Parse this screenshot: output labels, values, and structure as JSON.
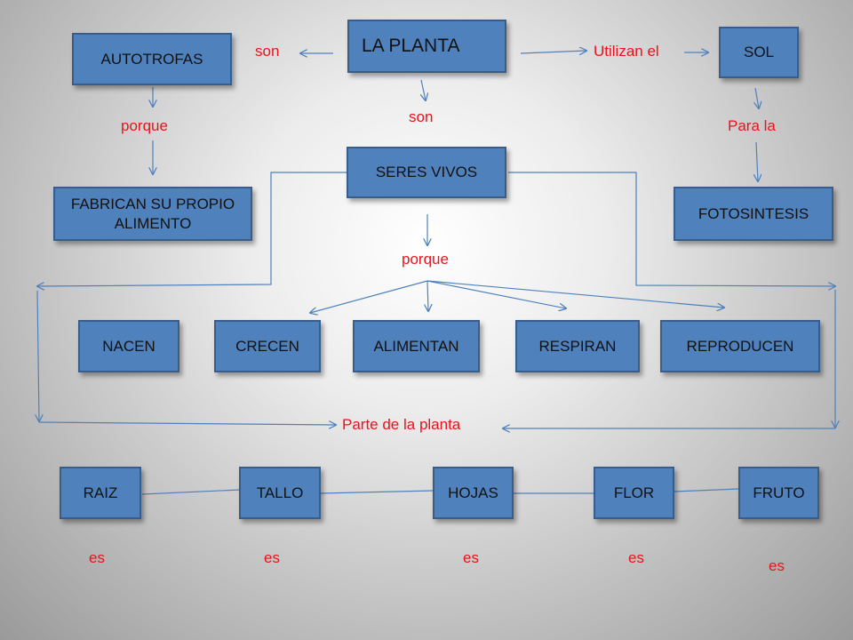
{
  "nodes": {
    "planta": "LA PLANTA",
    "autotrofas": "AUTOTROFAS",
    "sol": "SOL",
    "fabrican": "FABRICAN SU PROPIO ALIMENTO",
    "seres_vivos": "SERES VIVOS",
    "fotosintesis": "FOTOSINTESIS",
    "nacen": "NACEN",
    "crecen": "CRECEN",
    "alimentan": "ALIMENTAN",
    "respiran": "RESPIRAN",
    "reproducen": "REPRODUCEN",
    "raiz": "RAIZ",
    "tallo": "TALLO",
    "hojas": "HOJAS",
    "flor": "FLOR",
    "fruto": "FRUTO"
  },
  "labels": {
    "son_left": "son",
    "son_down": "son",
    "utilizan": "Utilizan el",
    "porque_left": "porque",
    "para_la": "Para la",
    "porque_center": "porque",
    "parte": "Parte de la planta",
    "es": [
      "es",
      "es",
      "es",
      "es",
      "es"
    ]
  },
  "colors": {
    "box_fill": "#4f81bd",
    "box_border": "#385d8a",
    "connector": "#4f81bd",
    "label_text": "#e8141b"
  }
}
